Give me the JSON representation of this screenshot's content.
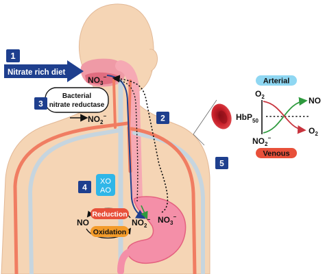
{
  "steps": {
    "s1": {
      "number": "1",
      "label": "Nitrate rich diet"
    },
    "s2": {
      "number": "2"
    },
    "s3": {
      "number": "3",
      "label_line1": "Bacterial",
      "label_line2": "nitrate reductase"
    },
    "s4": {
      "number": "4",
      "enzyme_1": "XO",
      "enzyme_2": "AO"
    },
    "s5": {
      "number": "5"
    }
  },
  "chemistry": {
    "mouth_nitrate": {
      "base": "NO",
      "sub": "3",
      "sup": "−"
    },
    "saliva_nitrite": {
      "base": "NO",
      "sub": "2",
      "sup": "−"
    },
    "blood_nitrate": {
      "base": "NO",
      "sub": "3",
      "sup": "−"
    },
    "stomach_nitrite": {
      "base": "NO",
      "sub": "2",
      "sup": "−"
    },
    "stomach_no": "NO",
    "reduction": "Reduction",
    "oxidation": "Oxidation"
  },
  "hemoglobin": {
    "arterial": "Arterial",
    "venous": "Venous",
    "o2": {
      "base": "O",
      "sub": "2"
    },
    "hbp50": {
      "base": "HbP",
      "sub": "50"
    },
    "no2": {
      "base": "NO",
      "sub": "2",
      "sup": "−"
    },
    "out_no": "NO",
    "out_o2": {
      "base": "O",
      "sub": "2"
    }
  },
  "colors": {
    "skin": "#f5d5b5",
    "skin_outline": "#e2b896",
    "artery": "#f07d62",
    "vein": "#c6d5df",
    "badge": "#1e3f8e",
    "arrow": "#1e3f8e",
    "stomach": "#f48fa8",
    "stomach_dark": "#e4607f",
    "reduction": "#e8503a",
    "oxidation": "#f39b2a",
    "enzyme": "#2fb6e8",
    "arterial_pill": "#8fd7f2",
    "venous_pill": "#e8503a",
    "arrow_green": "#2e9a3e",
    "arrow_red": "#c8343e",
    "rbc": "#c8202a"
  }
}
